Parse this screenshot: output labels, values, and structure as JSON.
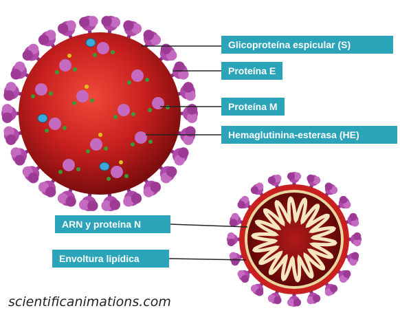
{
  "labels": {
    "spike": "Glicoproteína espicular (S)",
    "protein_e": "Proteína E",
    "protein_m": "Proteína M",
    "he": "Hemaglutinina-esterasa (HE)",
    "rna": "ARN y proteína N",
    "envelope": "Envoltura lipídica"
  },
  "credit": "scientificanimations.com",
  "colors": {
    "label_bg": "#2ba3b8",
    "virion_red": "#c8201e",
    "spike_magenta": "#b04aa8",
    "protein_m_green": "#3a9a3a",
    "protein_e_yellow": "#e0c020",
    "he_blue": "#3aa8d8",
    "rna_cream": "#f5e6c0"
  }
}
